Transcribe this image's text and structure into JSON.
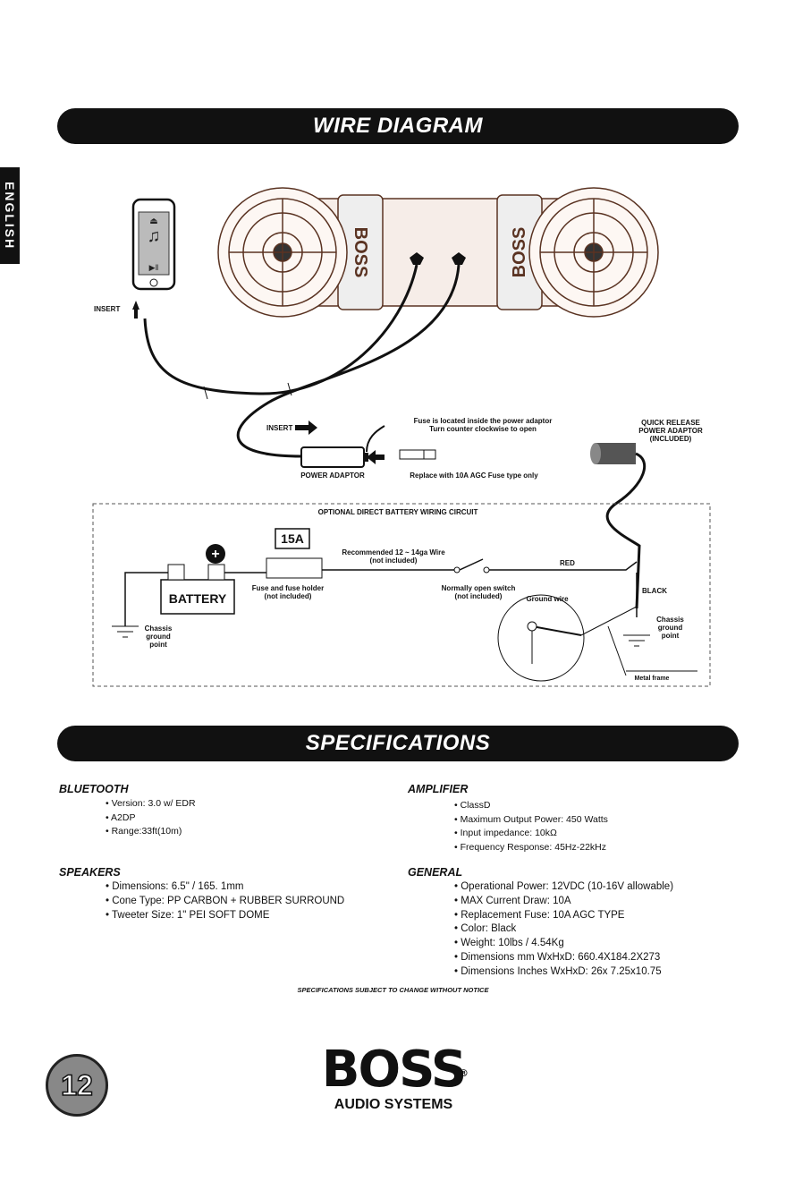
{
  "side_tab": "ENGLISH",
  "wire_diagram": {
    "title": "WIRE DIAGRAM",
    "insert_label_left": "INSERT",
    "insert_label_adaptor": "INSERT",
    "fuse_note_1": "Fuse is located inside the power adaptor",
    "fuse_note_2": "Turn counter clockwise to open",
    "power_adaptor": "POWER ADAPTOR",
    "replace_note": "Replace with 10A AGC Fuse type only",
    "quick_release_1": "QUICK RELEASE",
    "quick_release_2": "POWER ADAPTOR",
    "quick_release_3": "(INCLUDED)",
    "optional_title": "OPTIONAL DIRECT BATTERY WIRING CIRCUIT",
    "fuse_rating": "15A",
    "recommended_1": "Recommended 12 ~ 14ga Wire",
    "recommended_2": "(not included)",
    "red": "RED",
    "black": "BLACK",
    "battery": "BATTERY",
    "fuse_holder_1": "Fuse and fuse holder",
    "fuse_holder_2": "(not included)",
    "switch_1": "Normally open switch",
    "switch_2": "(not included)",
    "ground_wire": "Ground wire",
    "chassis_left_1": "Chassis",
    "chassis_left_2": "ground",
    "chassis_left_3": "point",
    "chassis_right_1": "Chassis",
    "chassis_right_2": "ground",
    "chassis_right_3": "point",
    "metal_frame": "Metal frame"
  },
  "specifications": {
    "title": "SPECIFICATIONS",
    "bluetooth": {
      "heading": "BLUETOOTH",
      "items": [
        "Version: 3.0 w/ EDR",
        "A2DP",
        "Range:33ft(10m)"
      ]
    },
    "speakers": {
      "heading": "SPEAKERS",
      "items": [
        "Dimensions: 6.5\" / 165. 1mm",
        "Cone Type: PP CARBON + RUBBER SURROUND",
        "Tweeter Size: 1\" PEI SOFT DOME"
      ]
    },
    "amplifier": {
      "heading": "AMPLIFIER",
      "items": [
        "ClassD",
        "Maximum Output Power: 450 Watts",
        "Input impedance: 10kΩ",
        "Frequency Response: 45Hz-22kHz"
      ]
    },
    "general": {
      "heading": "GENERAL",
      "items": [
        "Operational Power: 12VDC (10-16V allowable)",
        "MAX Current Draw: 10A",
        "Replacement Fuse: 10A AGC TYPE",
        "Color: Black",
        "Weight: 10lbs / 4.54Kg",
        "Dimensions mm WxHxD: 660.4X184.2X273",
        "Dimensions Inches WxHxD: 26x 7.25x10.75"
      ]
    },
    "notice": "SPECIFICATIONS SUBJECT TO CHANGE WITHOUT NOTICE"
  },
  "footer": {
    "page_number": "12",
    "brand": "BOSS",
    "registered": "®",
    "brand_sub": "AUDIO SYSTEMS"
  }
}
